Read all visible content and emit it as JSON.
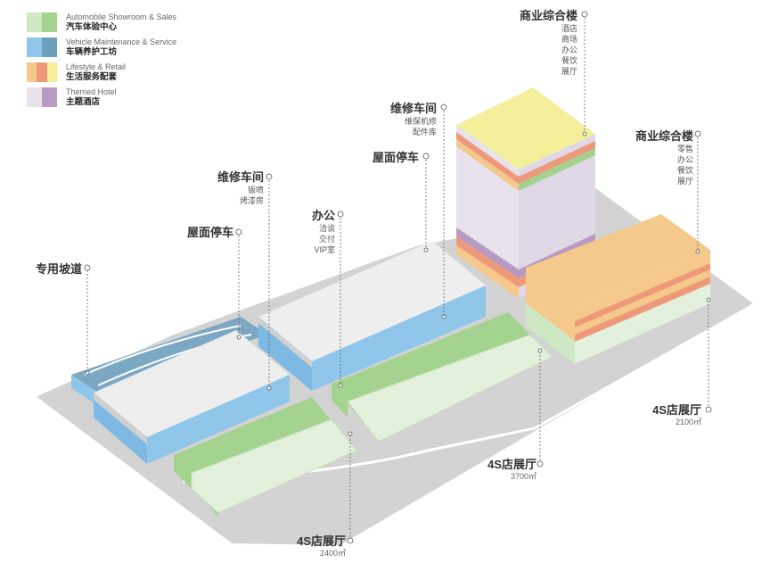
{
  "legend": [
    {
      "en": "Automobile Showroom & Sales",
      "cn": "汽车体验中心",
      "colors": [
        "#cfe8c4",
        "#a3d38e"
      ]
    },
    {
      "en": "Vehicle Maintenance & Service",
      "cn": "车辆养护工坊",
      "colors": [
        "#8fc6ea",
        "#6c9fbe"
      ]
    },
    {
      "en": "Lifestyle & Retail",
      "cn": "生活服务配套",
      "colors": [
        "#f5c88b",
        "#ee9a7a",
        "#f3ef9b"
      ]
    },
    {
      "en": "Themed Hotel",
      "cn": "主题酒店",
      "colors": [
        "#e8e2ed",
        "#b89bc2"
      ]
    }
  ],
  "labels": {
    "tower": {
      "title": "商业综合楼",
      "sub": [
        "酒店",
        "商场",
        "办公",
        "餐饮",
        "展厅"
      ]
    },
    "commercial_right": {
      "title": "商业综合楼",
      "sub": [
        "零售",
        "办公",
        "餐饮",
        "展厅"
      ]
    },
    "repair_center": {
      "title": "维修车间",
      "sub": [
        "维保机修",
        "配件库"
      ]
    },
    "roof_parking_center": {
      "title": "屋面停车",
      "sub": []
    },
    "repair_left": {
      "title": "维修车间",
      "sub": [
        "钣喷",
        "烤漆房"
      ]
    },
    "office": {
      "title": "办公",
      "sub": [
        "洽谈",
        "交付",
        "VIP室"
      ]
    },
    "roof_parking_left": {
      "title": "屋面停车",
      "sub": []
    },
    "ramp": {
      "title": "专用坡道",
      "sub": []
    },
    "showroom_right": {
      "title": "4S店展厅",
      "area": "2100㎡"
    },
    "showroom_center": {
      "title": "4S店展厅",
      "area": "3700㎡"
    },
    "showroom_left": {
      "title": "4S店展厅",
      "area": "2400㎡"
    }
  }
}
